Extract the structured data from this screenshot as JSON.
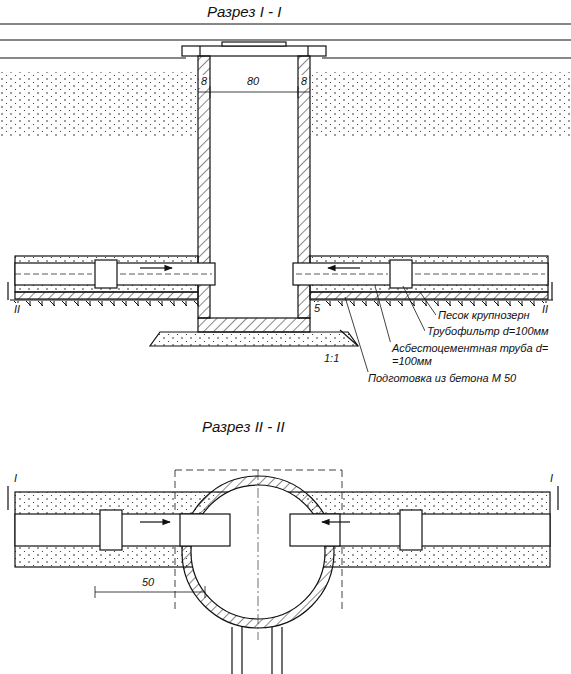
{
  "diagram": {
    "labels": [
      "Разрез I - I",
      "8",
      "80",
      "8",
      "II",
      "5",
      "II",
      "Песок крупнозерн",
      "Трубофильтр d=100мм",
      "Асбестоцементная труба d=",
      "=100мм",
      "1:1",
      "Подготовка из бетона М 50",
      "Разрез II - II",
      "I",
      "I",
      "50"
    ]
  }
}
